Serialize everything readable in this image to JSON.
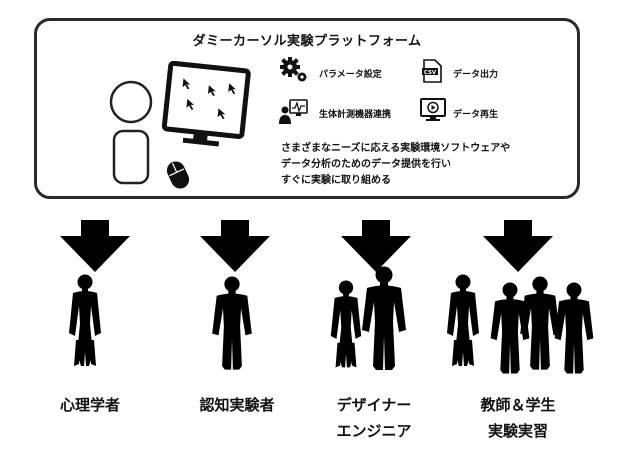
{
  "platform": {
    "title": "ダミーカーソル実験プラットフォーム",
    "features": {
      "parameter_settings": "パラメータ設定",
      "data_output": "データ出力",
      "biometric_link": "生体計測機器連携",
      "data_playback": "データ再生"
    },
    "description_lines": [
      "さまざまなニーズに応える実験環境ソフトウェアや",
      "データ分析のためのデータ提供を行い",
      "すぐに実験に取り組める"
    ],
    "csv_icon_text": "CSV"
  },
  "audiences": [
    {
      "line1": "心理学者",
      "line2": ""
    },
    {
      "line1": "認知実験者",
      "line2": ""
    },
    {
      "line1": "デザイナー",
      "line2": "エンジニア"
    },
    {
      "line1": "教師＆学生",
      "line2": "実験実習"
    }
  ]
}
